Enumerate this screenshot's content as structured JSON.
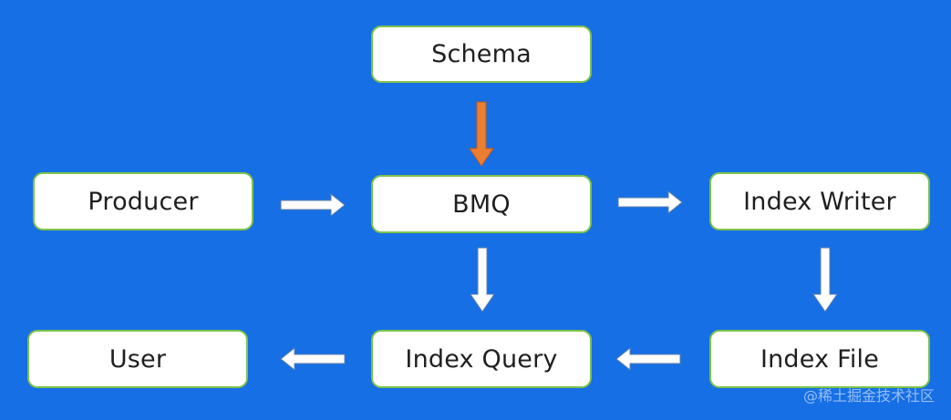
{
  "diagram": {
    "nodes": {
      "schema": "Schema",
      "producer": "Producer",
      "bmq": "BMQ",
      "index_writer": "Index Writer",
      "user": "User",
      "index_query": "Index Query",
      "index_file": "Index File"
    },
    "edges": [
      {
        "from": "Schema",
        "to": "BMQ",
        "color": "#ed7d31"
      },
      {
        "from": "Producer",
        "to": "BMQ",
        "color": "#ffffff"
      },
      {
        "from": "BMQ",
        "to": "Index Writer",
        "color": "#ffffff"
      },
      {
        "from": "BMQ",
        "to": "Index Query",
        "color": "#ffffff"
      },
      {
        "from": "Index Writer",
        "to": "Index File",
        "color": "#ffffff"
      },
      {
        "from": "Index File",
        "to": "Index Query",
        "color": "#ffffff"
      },
      {
        "from": "Index Query",
        "to": "User",
        "color": "#ffffff"
      }
    ]
  },
  "colors": {
    "background": "#166fe5",
    "node_fill": "#ffffff",
    "node_border": "#7cc24a",
    "accent_arrow": "#ed7d31",
    "arrow_stroke": "#5b7fa8"
  },
  "watermark": "@稀土掘金技术社区"
}
